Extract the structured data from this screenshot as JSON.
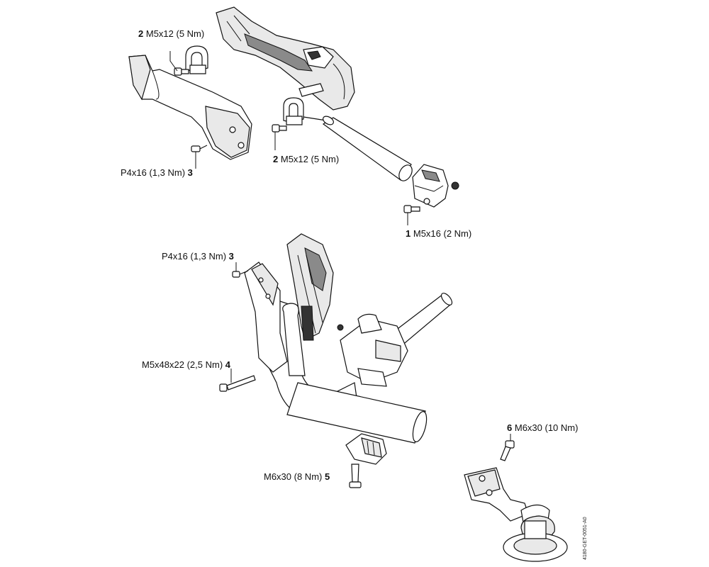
{
  "callouts": [
    {
      "num": "2",
      "spec": "M5x12 (5 Nm)"
    },
    {
      "num": "2",
      "spec": "M5x12 (5 Nm)"
    },
    {
      "num": "3",
      "spec": "P4x16 (1,3 Nm)"
    },
    {
      "num": "1",
      "spec": "M5x16 (2 Nm)"
    },
    {
      "num": "3",
      "spec": "P4x16 (1,3 Nm)"
    },
    {
      "num": "4",
      "spec": "M5x48x22 (2,5 Nm)"
    },
    {
      "num": "6",
      "spec": "M6x30 (10 Nm)"
    },
    {
      "num": "5",
      "spec": "M6x30 (8 Nm)"
    }
  ],
  "drawing_code": "4180-GET-0051-A0"
}
